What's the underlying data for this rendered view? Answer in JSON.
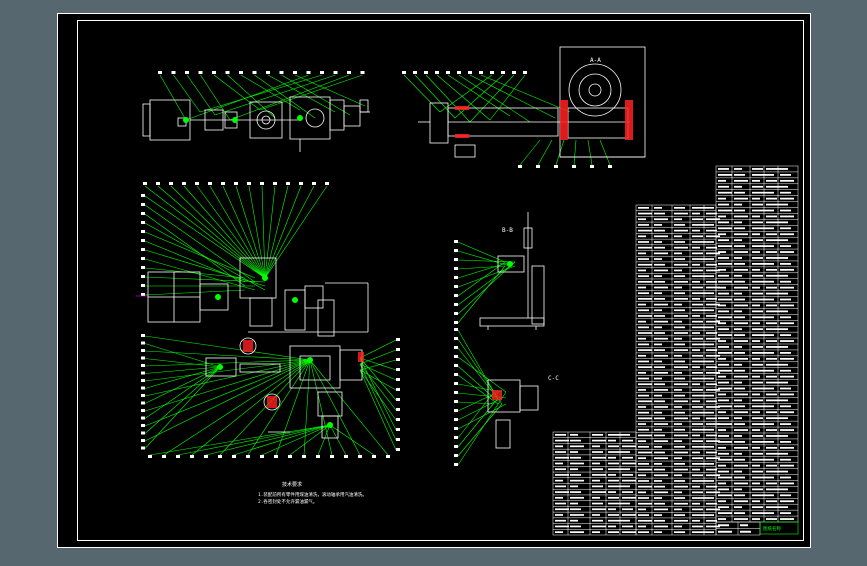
{
  "colors": {
    "frame_bg": "#57676f",
    "canvas": "#000000",
    "border": "#ffffff",
    "leader": "#00ff00",
    "part": "#ffffff",
    "hatch": "#ff2020",
    "accent": "#ff00ff",
    "table_text": "#ffffff",
    "table_green": "#00ff00"
  },
  "views": {
    "top_left_label": "",
    "top_right_label": "A-A",
    "mid_right_label": "B-B",
    "low_right_label": "C-C"
  },
  "notes": {
    "title": "技术要求",
    "line1": "1.装配前所有零件用煤油清洗，滚动轴承用汽油清洗。",
    "line2": "2.各密封处不允许漏油漏气。"
  },
  "title_block": {
    "label": "图纸名称"
  }
}
